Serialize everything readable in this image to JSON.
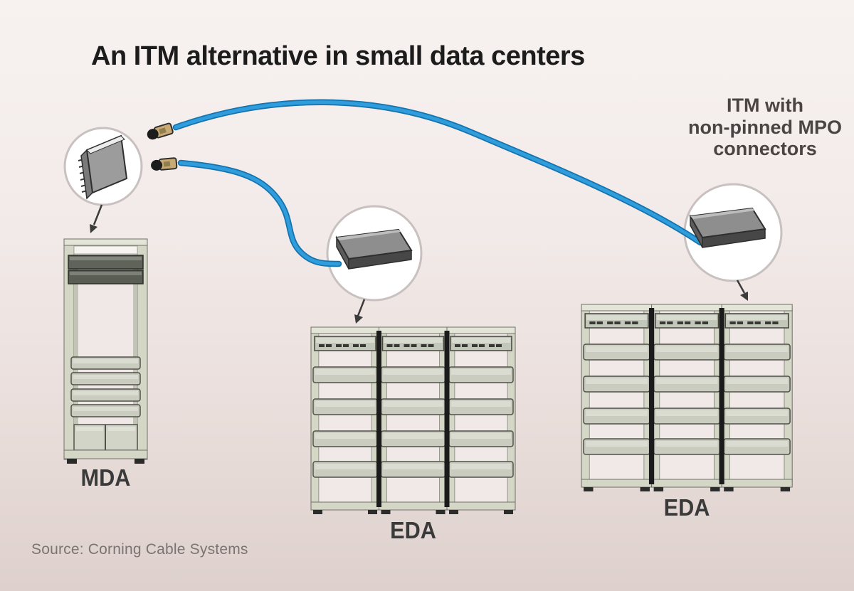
{
  "title": "An ITM alternative in small data centers",
  "callout": {
    "itm_note": "ITM with\nnon-pinned MPO\nconnectors"
  },
  "rack_labels": {
    "mda": "MDA",
    "eda_middle": "EDA",
    "eda_right": "EDA"
  },
  "source": "Source: Corning Cable Systems",
  "colors": {
    "cable": "#2f9ddc",
    "cable_edge": "#1473ae",
    "background_top": "#f7f2f0",
    "background_bottom": "#ddd0cd",
    "circle_fill": "#ffffff",
    "circle_stroke": "#c8c1bf",
    "rack_frame": "#d4d7c6",
    "module_gray": "#8f8f8f",
    "title_color": "#1c1c1c"
  },
  "icons": {
    "left_circle": "itm-module-vertical-icon",
    "middle_circle": "itm-module-flat-icon",
    "right_circle": "itm-module-flat-icon"
  }
}
